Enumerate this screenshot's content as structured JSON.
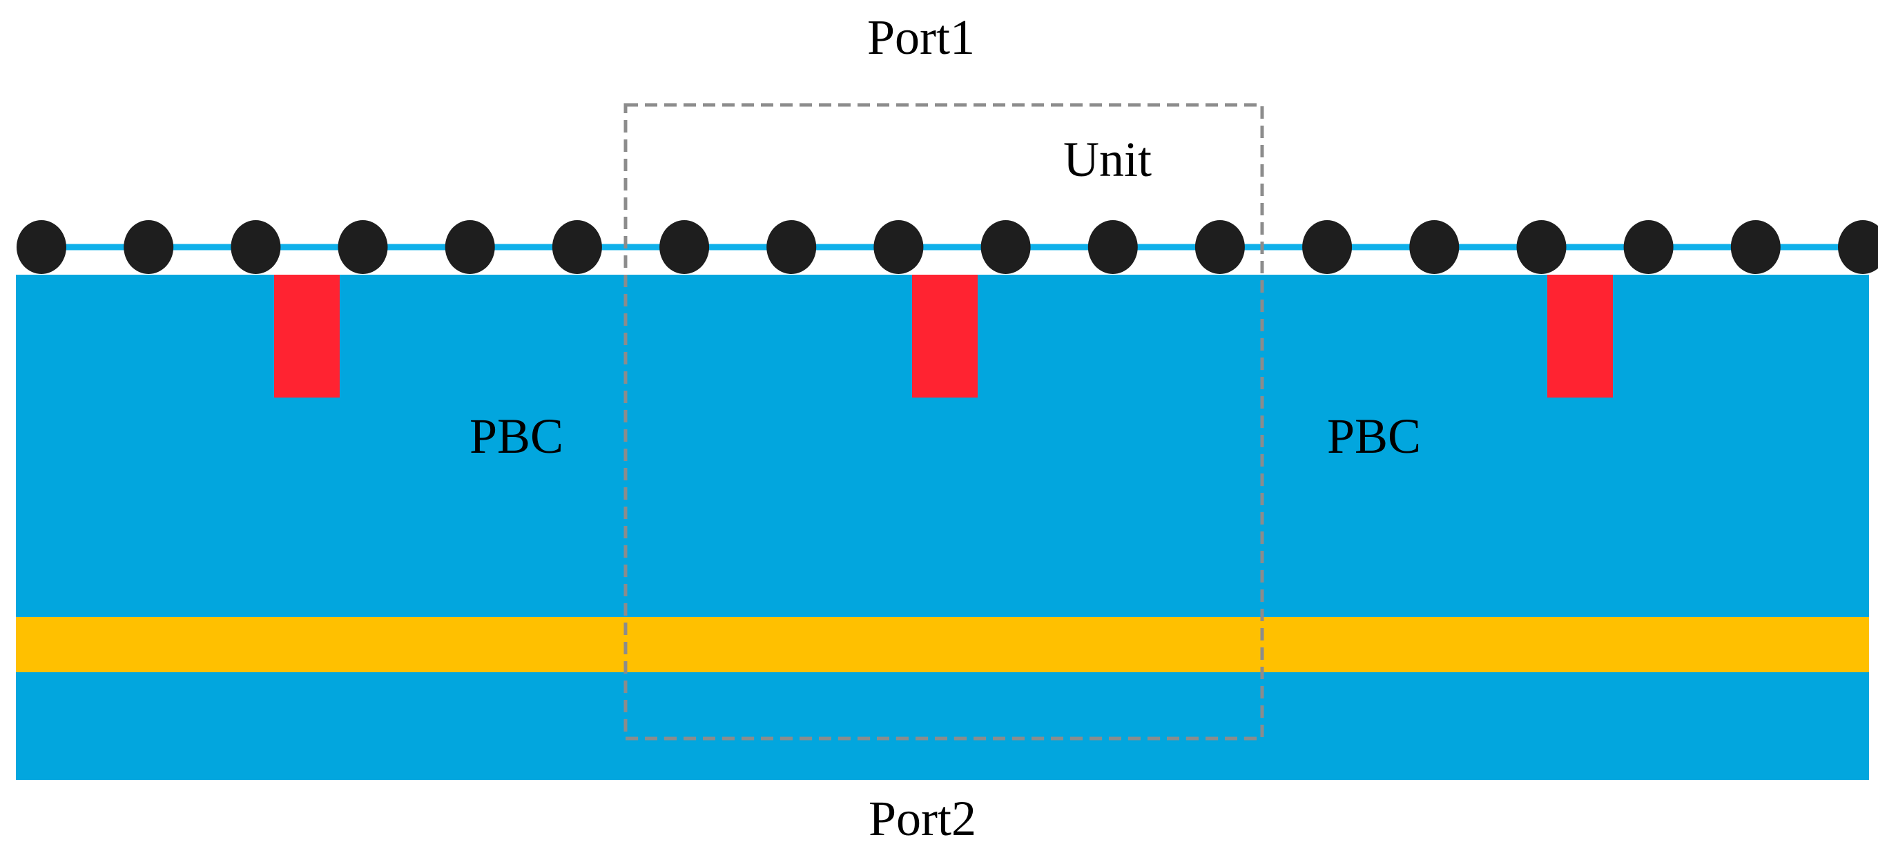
{
  "labels": {
    "port_top": "Port1",
    "port_bottom": "Port2",
    "unit": "Unit",
    "pbc_left": "PBC",
    "pbc_right": "PBC"
  },
  "colors": {
    "substrate": "#02A6DE",
    "wire": "#0FB0EA",
    "yellow_band": "#FFC000",
    "red_block": "#FF2331",
    "dot": "#1E1E1E",
    "unit_box": "#8C8C8C",
    "text": "#000000"
  },
  "structure": {
    "dot_count": 18,
    "red_block_count": 3
  }
}
